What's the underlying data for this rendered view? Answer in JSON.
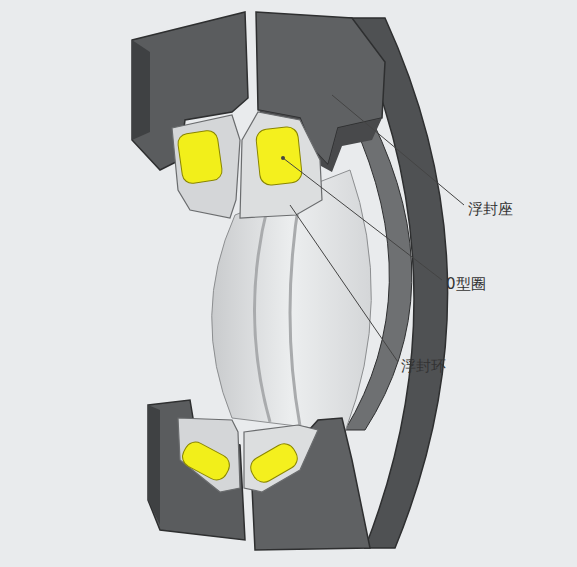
{
  "diagram": {
    "labels": [
      "浮封座",
      "0型圈",
      "浮封环"
    ]
  }
}
